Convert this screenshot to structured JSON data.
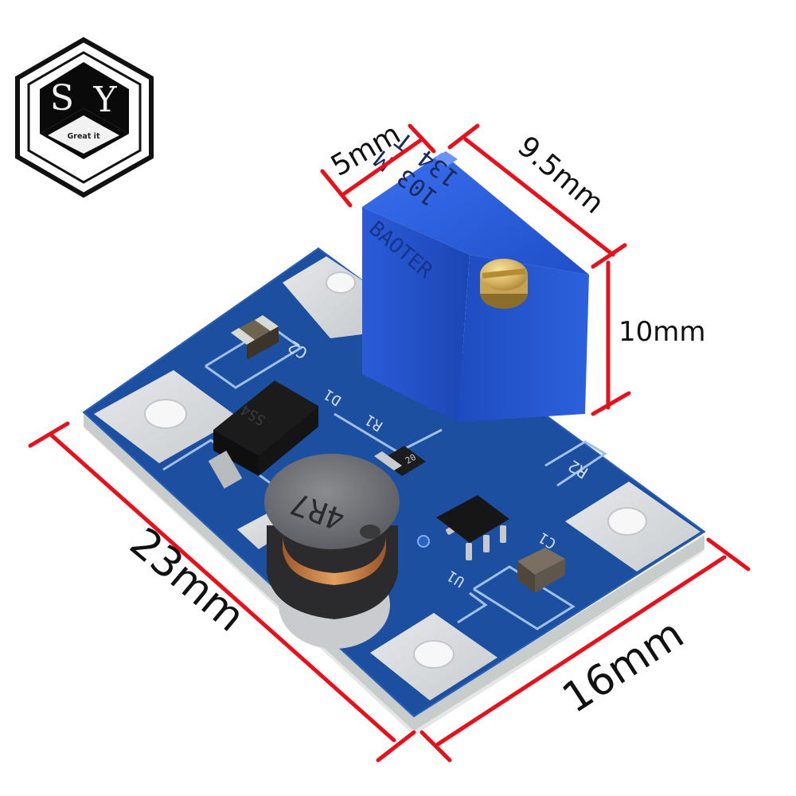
{
  "brand": {
    "logo_letters": "SY",
    "logo_letter_1": "S",
    "logo_letter_2": "Y",
    "tagline": "Great it"
  },
  "product": {
    "type": "DC-DC boost converter module",
    "board_color": "#1d4fa0",
    "pad_color": "#d9dcdf"
  },
  "dimensions": {
    "color": "#e8101a",
    "pot_width": "5mm",
    "pot_depth": "9.5mm",
    "pot_height": "10mm",
    "board_length": "23mm",
    "board_width": "16mm"
  },
  "components": {
    "potentiometer": {
      "top_line_1": "134 T",
      "top_line_2": "103 M",
      "side_text": "BAOTER",
      "color": "#2458d6"
    },
    "inductor_marking": "4R7",
    "diode_marking": "SS4",
    "resistor_marking": "20",
    "silkscreen": {
      "c2": "C2",
      "d1": "D1",
      "r1": "R1",
      "r2": "R2",
      "c1": "C1",
      "u1": "U1"
    }
  }
}
